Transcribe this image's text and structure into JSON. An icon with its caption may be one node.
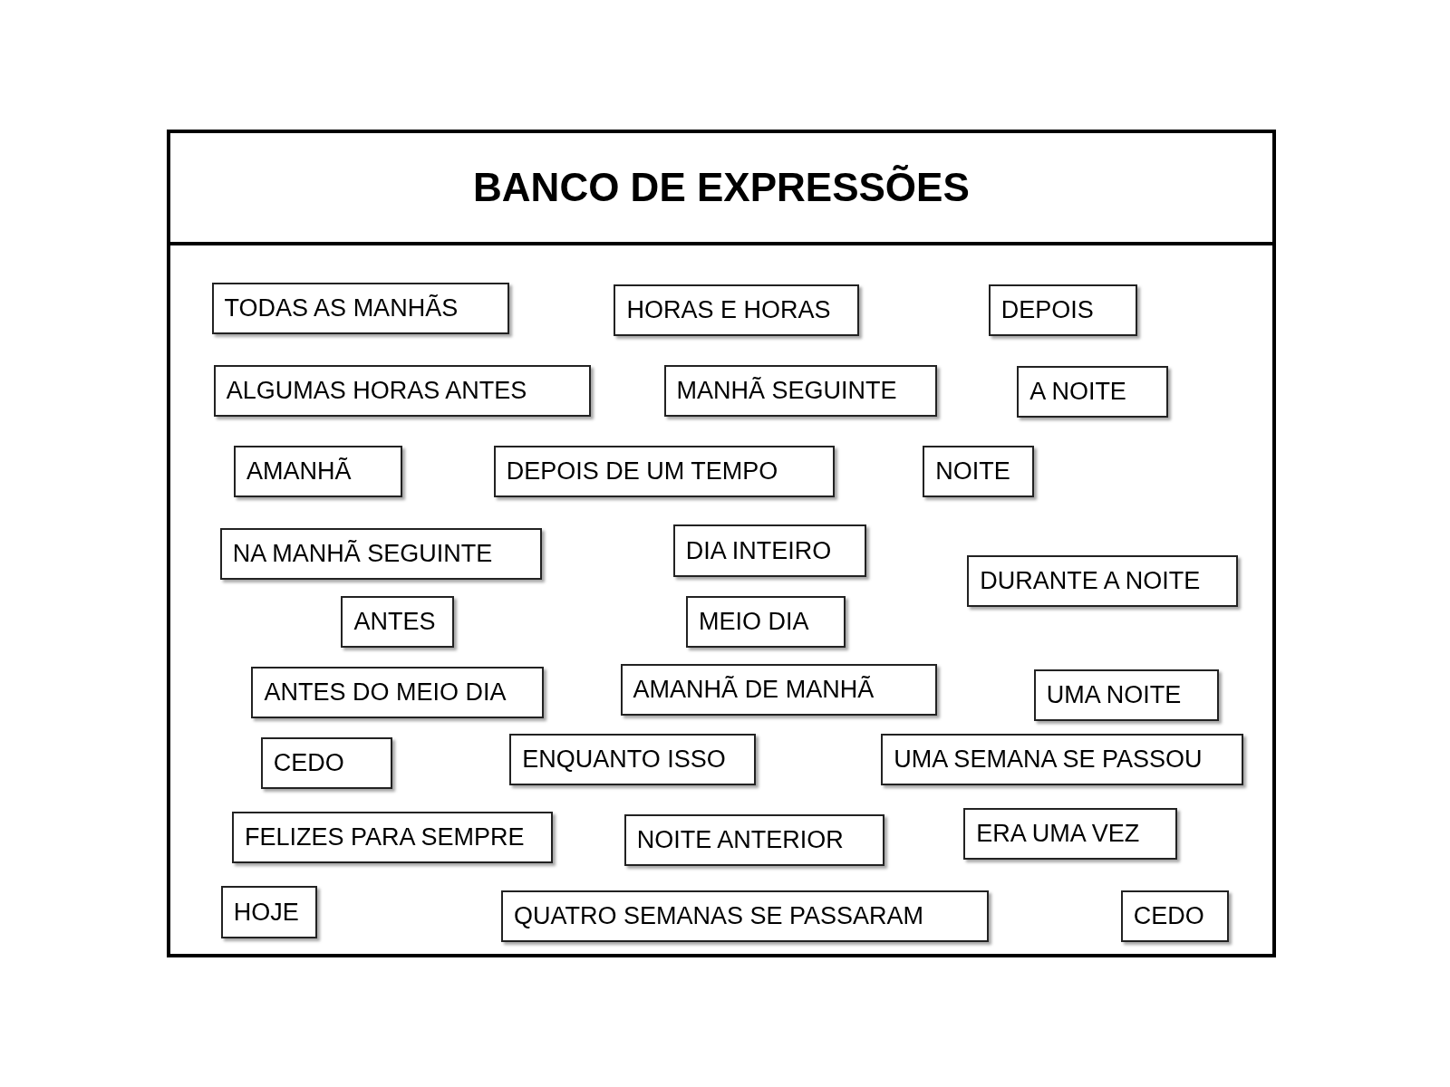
{
  "diagram": {
    "nodes": [
      {
        "text": [
          "BANCO DE EXPRESSÕES"
        ]
      },
      {
        "text": [
          "TODAS AS MANHÃS"
        ],
        "in": 0
      },
      {
        "text": [
          "HORAS E HORAS"
        ],
        "in": 0
      },
      {
        "text": [
          "DEPOIS"
        ],
        "in": 0
      },
      {
        "text": [
          "ALGUMAS HORAS ANTES"
        ],
        "in": 0
      },
      {
        "text": [
          "MANHÃ SEGUINTE"
        ],
        "in": 0
      },
      {
        "text": [
          "A NOITE"
        ],
        "in": 0
      },
      {
        "text": [
          "AMANHÃ"
        ],
        "in": 0
      },
      {
        "text": [
          "DEPOIS DE UM TEMPO"
        ],
        "in": 0
      },
      {
        "text": [
          "NOITE"
        ],
        "in": 0
      },
      {
        "text": [
          "NA MANHÃ SEGUINTE"
        ],
        "in": 0
      },
      {
        "text": [
          "DIA INTEIRO"
        ],
        "in": 0
      },
      {
        "text": [
          "DURANTE A NOITE"
        ],
        "in": 0
      },
      {
        "text": [
          "ANTES"
        ],
        "in": 0
      },
      {
        "text": [
          "MEIO DIA"
        ],
        "in": 0
      },
      {
        "text": [
          "ANTES DO MEIO DIA"
        ],
        "in": 0
      },
      {
        "text": [
          "AMANHÃ DE MANHÃ"
        ],
        "in": 0
      },
      {
        "text": [
          "UMA NOITE"
        ],
        "in": 0
      },
      {
        "text": [
          "CEDO"
        ],
        "in": 0
      },
      {
        "text": [
          "ENQUANTO ISSO"
        ],
        "in": 0
      },
      {
        "text": [
          "UMA SEMANA SE PASSOU"
        ],
        "in": 0
      },
      {
        "text": [
          "FELIZES PARA SEMPRE"
        ],
        "in": 0
      },
      {
        "text": [
          "NOITE ANTERIOR"
        ],
        "in": 0
      },
      {
        "text": [
          "ERA UMA VEZ"
        ],
        "in": 0
      },
      {
        "text": [
          "HOJE"
        ],
        "in": 0
      },
      {
        "text": [
          "QUATRO SEMANAS SE PASSARAM"
        ],
        "in": 0
      },
      {
        "text": [
          "CEDO"
        ],
        "in": 0
      }
    ]
  }
}
